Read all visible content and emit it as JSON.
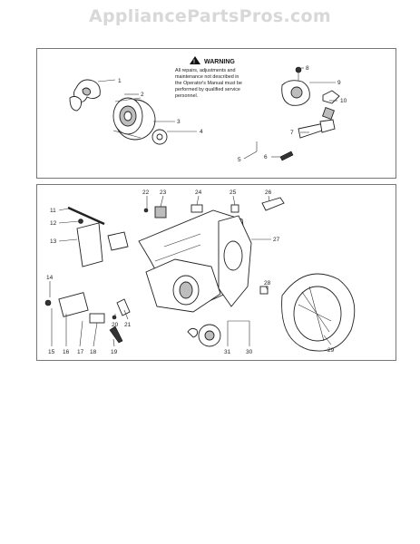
{
  "watermark": "AppliancePartsPros.com",
  "warning": {
    "title": "WARNING",
    "lines": [
      "All repairs, adjustments and",
      "maintenance not described in",
      "the Operator's Manual must be",
      "performed by qualified service",
      "personnel."
    ]
  },
  "callouts_top": [
    "1",
    "2",
    "3",
    "4",
    "5",
    "6",
    "7",
    "8",
    "9",
    "10"
  ],
  "callouts_bottom": [
    "11",
    "12",
    "13",
    "14",
    "15",
    "16",
    "17",
    "18",
    "19",
    "20",
    "21",
    "22",
    "23",
    "24",
    "25",
    "26",
    "27",
    "28",
    "29",
    "30",
    "31"
  ]
}
